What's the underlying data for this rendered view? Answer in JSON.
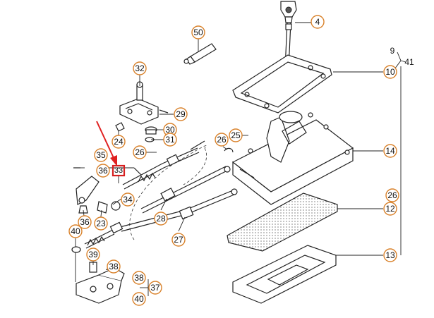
{
  "diagram": {
    "callouts": [
      {
        "id": "c4",
        "label": "4"
      },
      {
        "id": "c50",
        "label": "50"
      },
      {
        "id": "c9",
        "label": "9"
      },
      {
        "id": "c41",
        "label": "41"
      },
      {
        "id": "c10",
        "label": "10"
      },
      {
        "id": "c32",
        "label": "32"
      },
      {
        "id": "c29",
        "label": "29"
      },
      {
        "id": "c30",
        "label": "30"
      },
      {
        "id": "c31",
        "label": "31"
      },
      {
        "id": "c24",
        "label": "24"
      },
      {
        "id": "c25",
        "label": "25"
      },
      {
        "id": "c26a",
        "label": "26"
      },
      {
        "id": "c26b",
        "label": "26"
      },
      {
        "id": "c35",
        "label": "35"
      },
      {
        "id": "c36a",
        "label": "36"
      },
      {
        "id": "c33",
        "label": "33"
      },
      {
        "id": "c34",
        "label": "34"
      },
      {
        "id": "c14",
        "label": "14"
      },
      {
        "id": "c26c",
        "label": "26"
      },
      {
        "id": "c12",
        "label": "12"
      },
      {
        "id": "c36b",
        "label": "36"
      },
      {
        "id": "c23",
        "label": "23"
      },
      {
        "id": "c28",
        "label": "28"
      },
      {
        "id": "c40a",
        "label": "40"
      },
      {
        "id": "c27",
        "label": "27"
      },
      {
        "id": "c13",
        "label": "13"
      },
      {
        "id": "c39",
        "label": "39"
      },
      {
        "id": "c38a",
        "label": "38"
      },
      {
        "id": "c38b",
        "label": "38"
      },
      {
        "id": "c37",
        "label": "37"
      },
      {
        "id": "c40b",
        "label": "40"
      }
    ],
    "highlight": {
      "label": "33",
      "color": "#d62020"
    },
    "colors": {
      "callout_ring": "#d9822b",
      "arrow": "#e02020",
      "line": "#222222"
    }
  }
}
